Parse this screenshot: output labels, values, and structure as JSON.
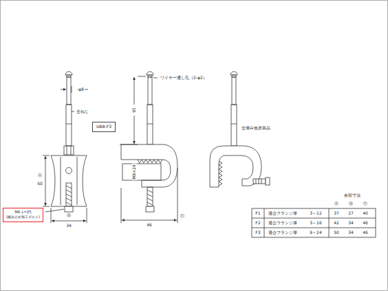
{
  "diagram": {
    "nodes": [
      {
        "text": [
          "UBB-F3"
        ]
      },
      {
        "text": [
          "M6 L=25",
          "(緩み止め加工ボルト)"
        ]
      }
    ],
    "labels": [
      "φ8",
      "全ねじ",
      "Ⓐ",
      "50",
      "Ⓑ",
      "34",
      "ワイヤー通し孔（2-φ2）",
      "95",
      "M8×24",
      "Ⓒ",
      "46",
      "全体白色塗装品",
      "各部寸法",
      "Ⓐ",
      "Ⓑ",
      "Ⓒ",
      "F1",
      "適合フランジ厚",
      "3～12",
      "37",
      "27",
      "40",
      "F2",
      "適合フランジ厚",
      "3～16",
      "42",
      "34",
      "46",
      "F3",
      "適合フランジ厚",
      "9～24",
      "50",
      "34",
      "46"
    ]
  }
}
